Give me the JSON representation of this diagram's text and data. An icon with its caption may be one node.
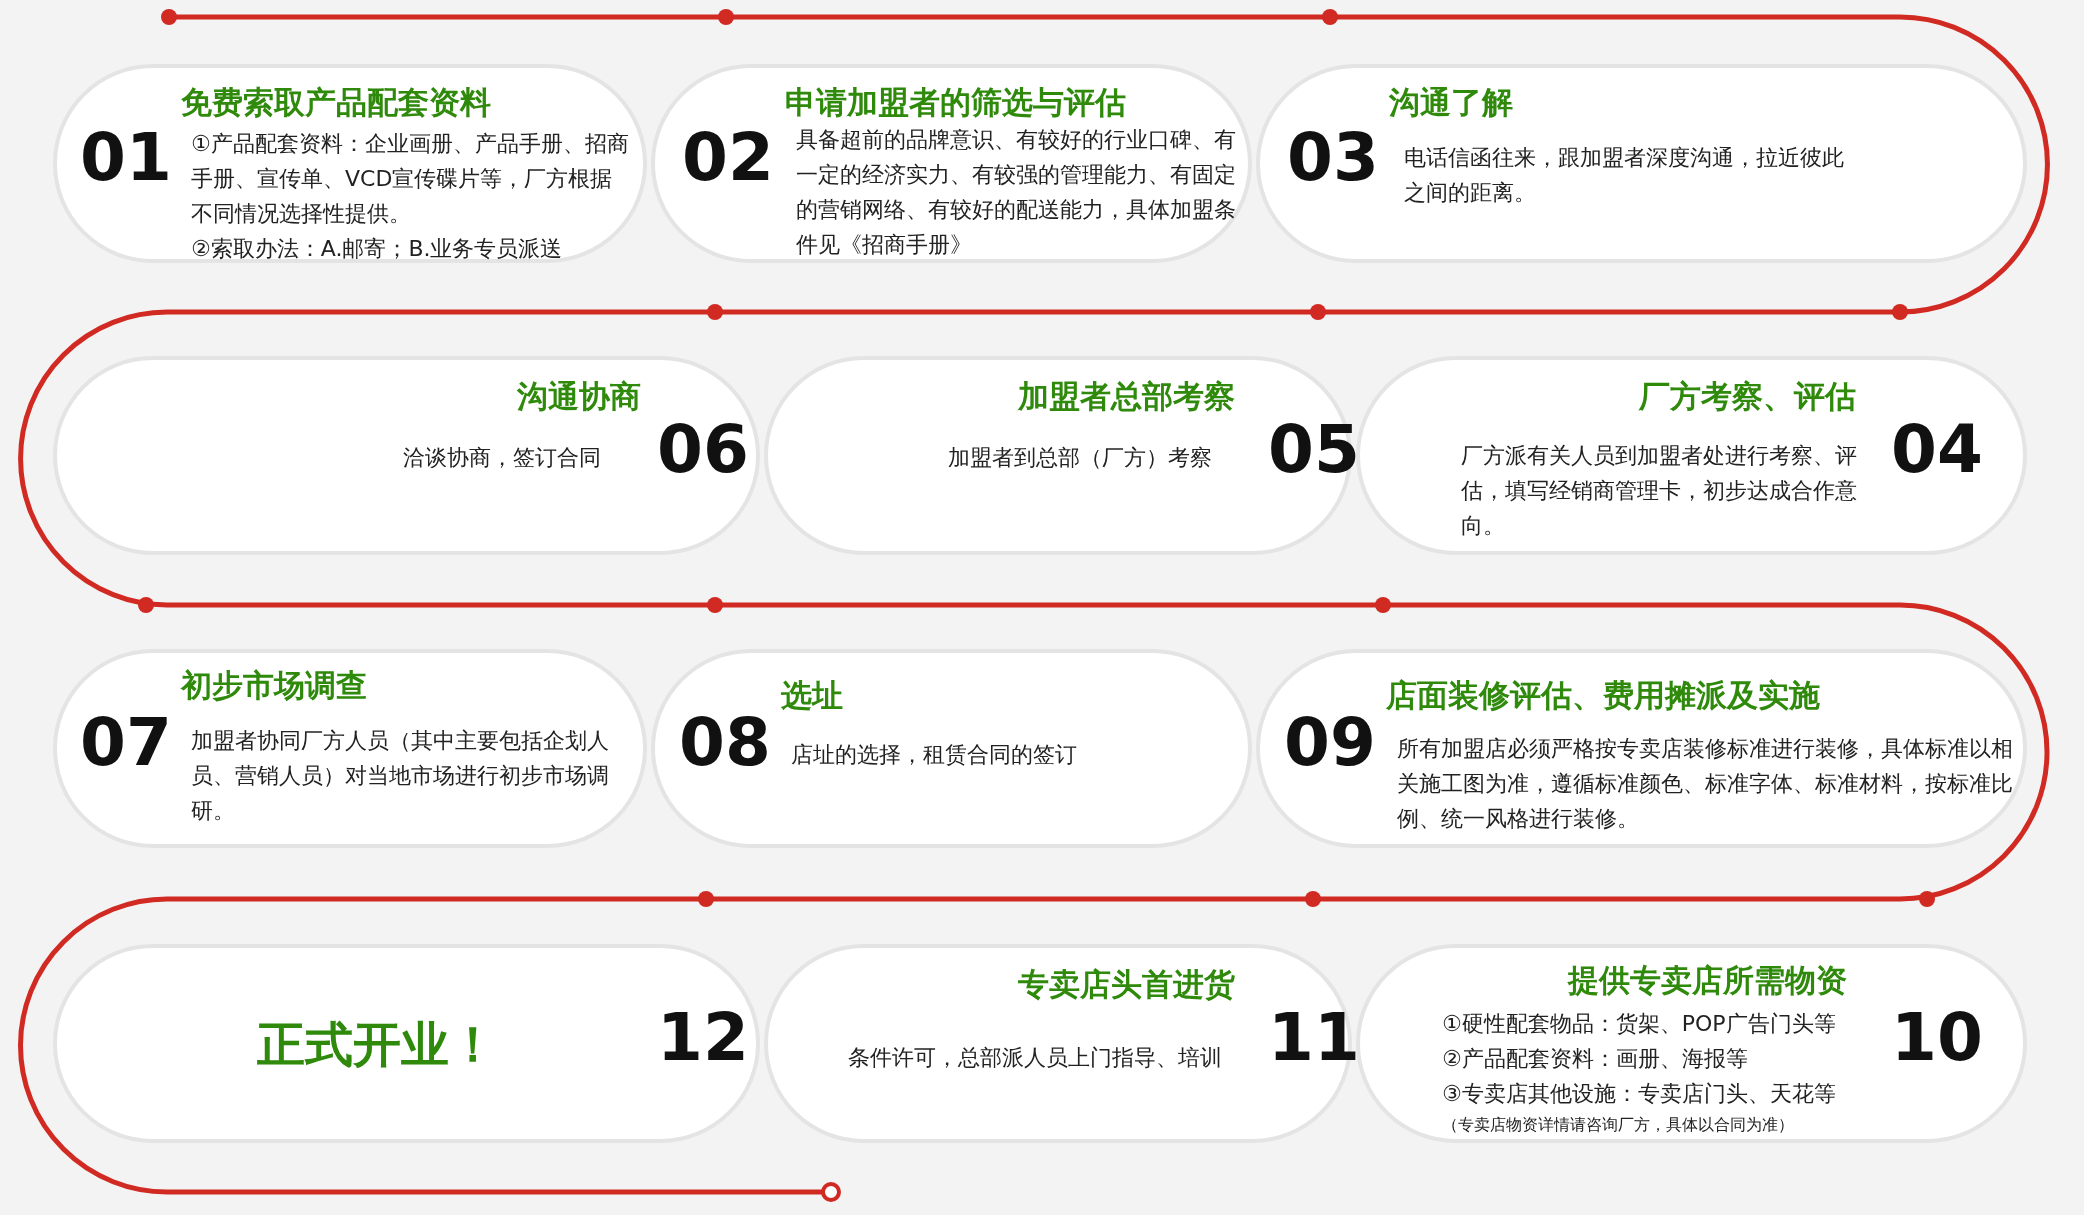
{
  "diagram": {
    "nodes": [
      {
        "text": [
          "01",
          "免费索取产品配套资料",
          "①产品配套资料：企业画册、产品手册、招商手册、宣传单、VCD宣传碟片等，厂方根据不同情况选择性提供。",
          "②索取办法：A.邮寄；B.业务专员派送"
        ]
      },
      {
        "text": [
          "02",
          "申请加盟者的筛选与评估",
          "具备超前的品牌意识、有较好的行业口碑、有一定的经济实力、有较强的管理能力、有固定的营销网络、有较好的配送能力，具体加盟条件见《招商手册》"
        ]
      },
      {
        "text": [
          "03",
          "沟通了解",
          "电话信函往来，跟加盟者深度沟通，拉近彼此之间的距离。"
        ]
      },
      {
        "text": [
          "04",
          "厂方考察、评估",
          "厂方派有关人员到加盟者处进行考察、评估，填写经销商管理卡，初步达成合作意向。"
        ]
      },
      {
        "text": [
          "05",
          "加盟者总部考察",
          "加盟者到总部（厂方）考察"
        ]
      },
      {
        "text": [
          "06",
          "沟通协商",
          "洽谈协商，签订合同"
        ]
      },
      {
        "text": [
          "07",
          "初步市场调查",
          "加盟者协同厂方人员（其中主要包括企划人员、营销人员）对当地市场进行初步市场调研。"
        ]
      },
      {
        "text": [
          "08",
          "选址",
          "店址的选择，租赁合同的签订"
        ]
      },
      {
        "text": [
          "09",
          "店面装修评估、费用摊派及实施",
          "所有加盟店必须严格按专卖店装修标准进行装修，具体标准以相关施工图为准，遵循标准颜色、标准字体、标准材料，按标准比例、统一风格进行装修。"
        ]
      },
      {
        "text": [
          "10",
          "提供专卖店所需物资",
          "①硬性配套物品：货架、POP广告门头等",
          "②产品配套资料：画册、海报等",
          "③专卖店其他设施：专卖店门头、天花等",
          "（专卖店物资详情请咨询厂方，具体以合同为准）"
        ]
      },
      {
        "text": [
          "11",
          "专卖店头首进货",
          "条件许可，总部派人员上门指导、培训"
        ]
      },
      {
        "text": [
          "正式开业！",
          "12"
        ]
      }
    ]
  }
}
